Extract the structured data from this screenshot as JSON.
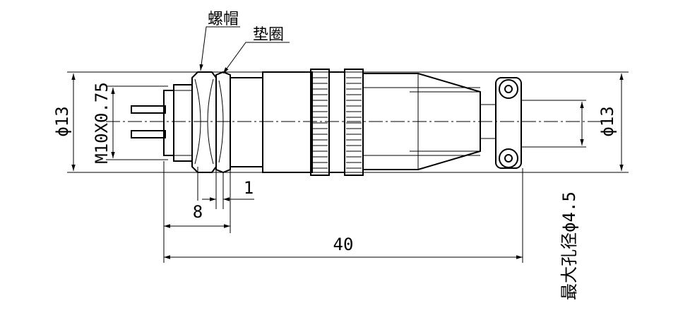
{
  "labels": {
    "nut": "螺帽",
    "washer": "垫圈",
    "thread": "M10X0.75",
    "dia_left": "ϕ13",
    "dia_right": "ϕ13",
    "max_hole": "最大孔径ϕ4.5",
    "dim_1": "1",
    "dim_8": "8",
    "dim_40": "40"
  }
}
